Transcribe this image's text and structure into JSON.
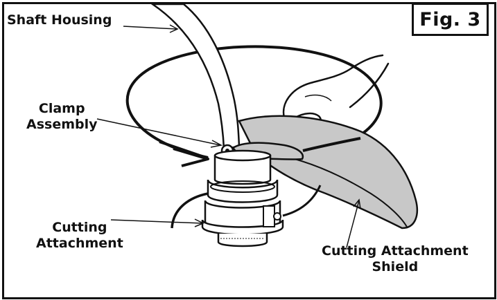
{
  "figure": {
    "label": "Fig. 3"
  },
  "labels": {
    "shaft_housing": "Shaft Housing",
    "clamp_line1": "Clamp",
    "clamp_line2": "Assembly",
    "cutting_line1": "Cutting",
    "cutting_line2": "Attachment",
    "shield_line1": "Cutting Attachment",
    "shield_line2": "Shield"
  },
  "colors": {
    "line": "#111111",
    "shield_fill": "#c8c8c8",
    "background": "#ffffff"
  }
}
